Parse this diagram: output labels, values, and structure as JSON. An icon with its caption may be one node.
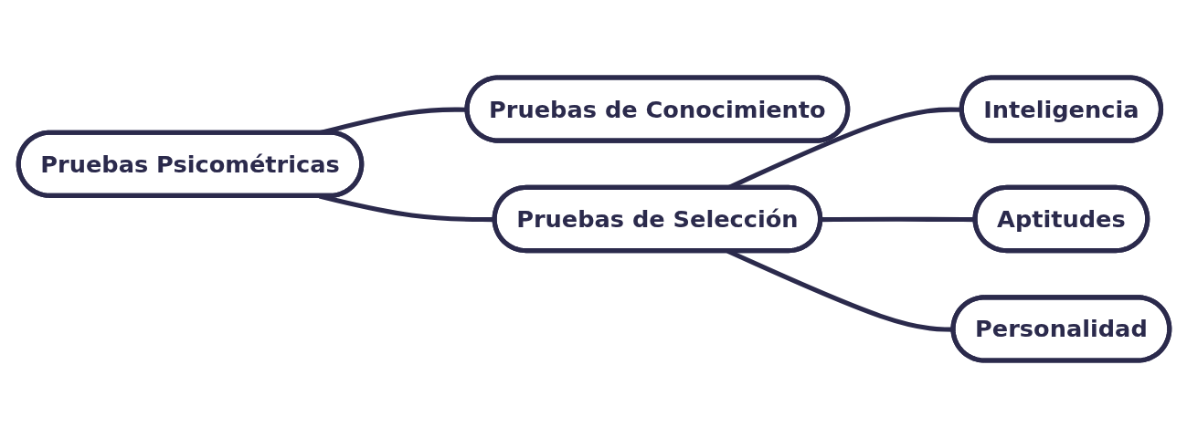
{
  "diagram": {
    "nodes": [
      {
        "text": [
          "Pruebas Psicométricas"
        ]
      },
      {
        "text": [
          "Pruebas de Conocimiento"
        ]
      },
      {
        "text": [
          "Pruebas de Selección"
        ]
      },
      {
        "text": [
          "Inteligencia"
        ]
      },
      {
        "text": [
          "Aptitudes"
        ]
      },
      {
        "text": [
          "Personalidad"
        ]
      }
    ],
    "edges": [
      {
        "from": 0,
        "to": 1,
        "arrow": "none"
      },
      {
        "from": 0,
        "to": 2,
        "arrow": "none"
      },
      {
        "from": 2,
        "to": 3,
        "arrow": "none"
      },
      {
        "from": 2,
        "to": 4,
        "arrow": "none"
      },
      {
        "from": 2,
        "to": 5,
        "arrow": "none"
      }
    ]
  }
}
